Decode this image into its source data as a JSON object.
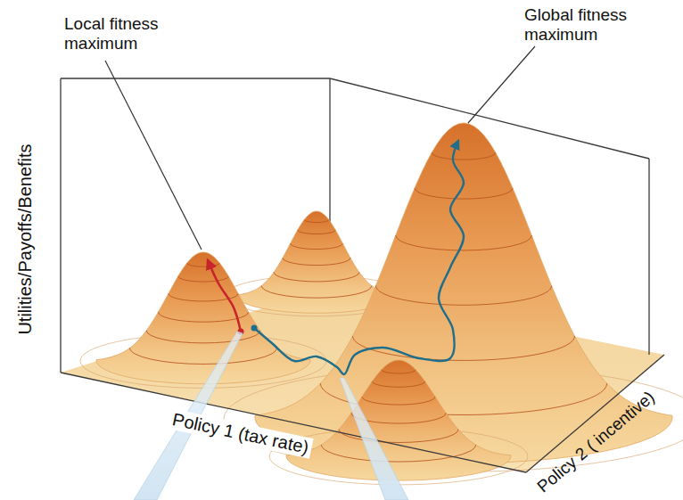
{
  "diagram": {
    "labels": [
      "Local fitness maximum",
      "Global fitness maximum",
      "Utilities/Payoffs/Benefits",
      "Policy 1 (tax rate)",
      "Policy 2 ( incentive)"
    ]
  }
}
